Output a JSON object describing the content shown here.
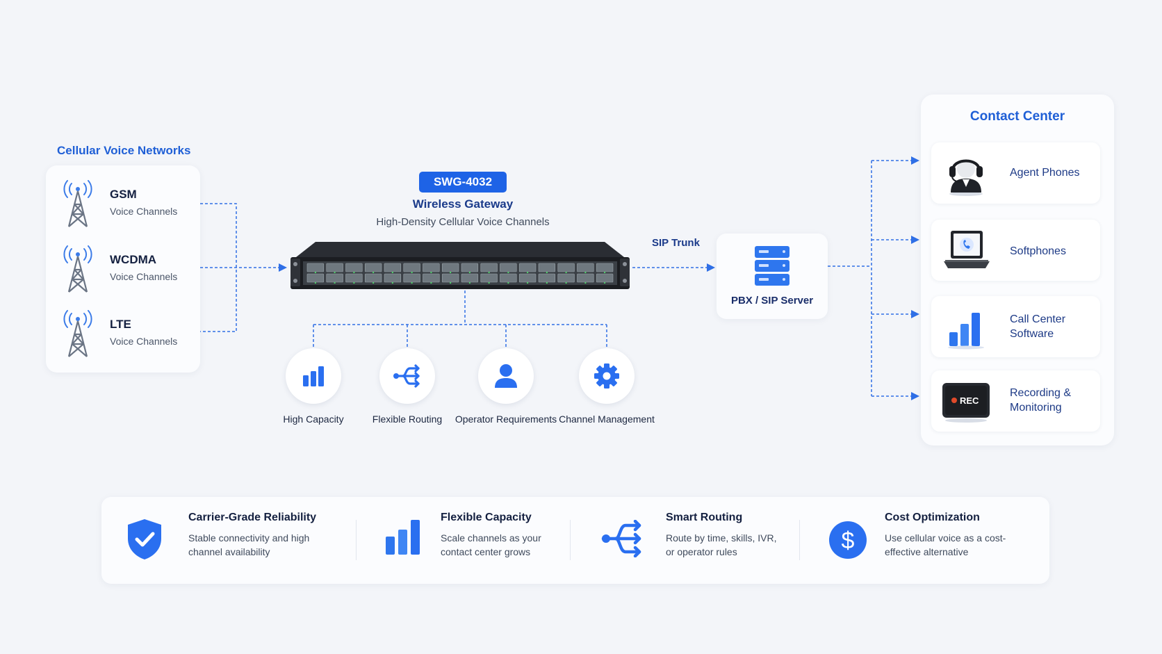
{
  "cellular": {
    "title": "Cellular Voice Networks",
    "items": [
      {
        "name": "GSM",
        "sub": "Voice Channels"
      },
      {
        "name": "WCDMA",
        "sub": "Voice Channels"
      },
      {
        "name": "LTE",
        "sub": "Voice Channels"
      }
    ]
  },
  "gateway": {
    "model": "SWG-4032",
    "title": "Wireless Gateway",
    "subtitle": "High-Density Cellular Voice Channels"
  },
  "features": [
    {
      "label": "High Capacity",
      "icon": "bar-chart-icon"
    },
    {
      "label": "Flexible Routing",
      "icon": "routing-arrows-icon"
    },
    {
      "label": "Operator Requirements",
      "icon": "person-icon"
    },
    {
      "label": "Channel Management",
      "icon": "gear-icon"
    }
  ],
  "link": {
    "label": "SIP Trunk"
  },
  "pbx": {
    "label": "PBX / SIP Server",
    "icon": "server-icon"
  },
  "contact_center": {
    "title": "Contact Center",
    "items": [
      {
        "label": "Agent Phones",
        "icon": "headset-agent-icon"
      },
      {
        "label": "Softphones",
        "icon": "laptop-phone-icon"
      },
      {
        "label": "Call Center Software",
        "icon": "bar-chart-icon"
      },
      {
        "label": "Recording & Monitoring",
        "icon": "rec-device-icon"
      }
    ]
  },
  "benefits": [
    {
      "title": "Carrier-Grade Reliability",
      "desc": "Stable connectivity and high channel availability",
      "icon": "shield-check-icon"
    },
    {
      "title": "Flexible Capacity",
      "desc": "Scale channels as your contact center grows",
      "icon": "bar-chart-icon"
    },
    {
      "title": "Smart Routing",
      "desc": "Route by time, skills, IVR, or operator rules",
      "icon": "routing-arrows-icon"
    },
    {
      "title": "Cost Optimization",
      "desc": "Use cellular voice as a cost-effective alternative",
      "icon": "dollar-icon",
      "glyph": "$"
    }
  ],
  "rec_text": "REC",
  "colors": {
    "accent": "#1e63e6",
    "heading": "#1f5fd6",
    "connector": "#2f6fe6",
    "background": "#f3f5f9"
  }
}
